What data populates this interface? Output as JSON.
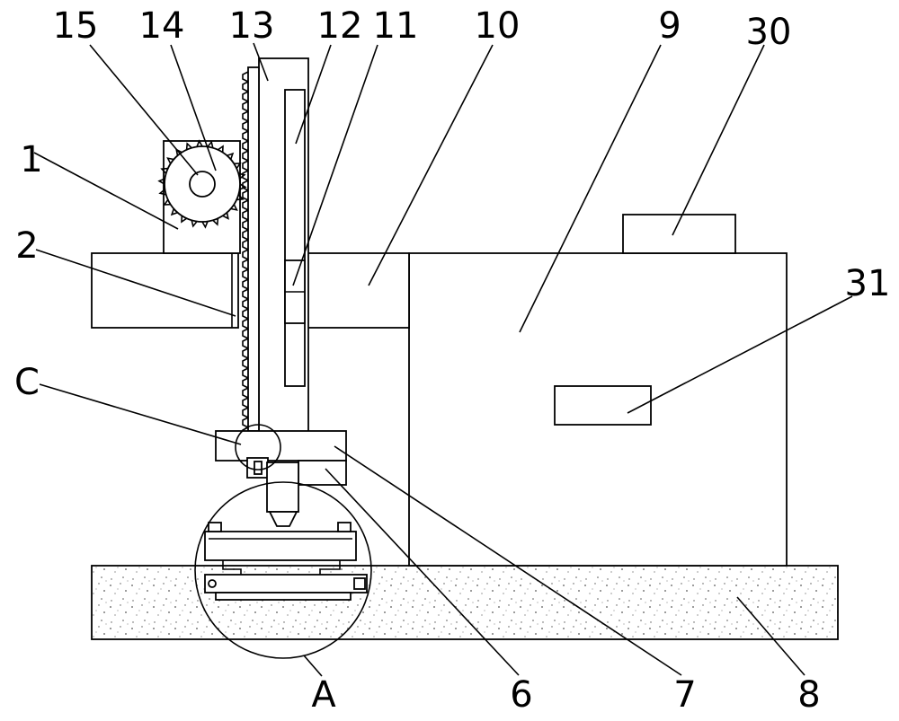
{
  "labels": {
    "l1": "1",
    "l2": "2",
    "l6": "6",
    "l7": "7",
    "l8": "8",
    "l9": "9",
    "l10": "10",
    "l11": "11",
    "l12": "12",
    "l13": "13",
    "l14": "14",
    "l15": "15",
    "l30": "30",
    "l31": "31",
    "lA": "A",
    "lC": "C"
  },
  "colors": {
    "line": "#000000",
    "background": "#ffffff",
    "base_speckle": "#555555"
  }
}
